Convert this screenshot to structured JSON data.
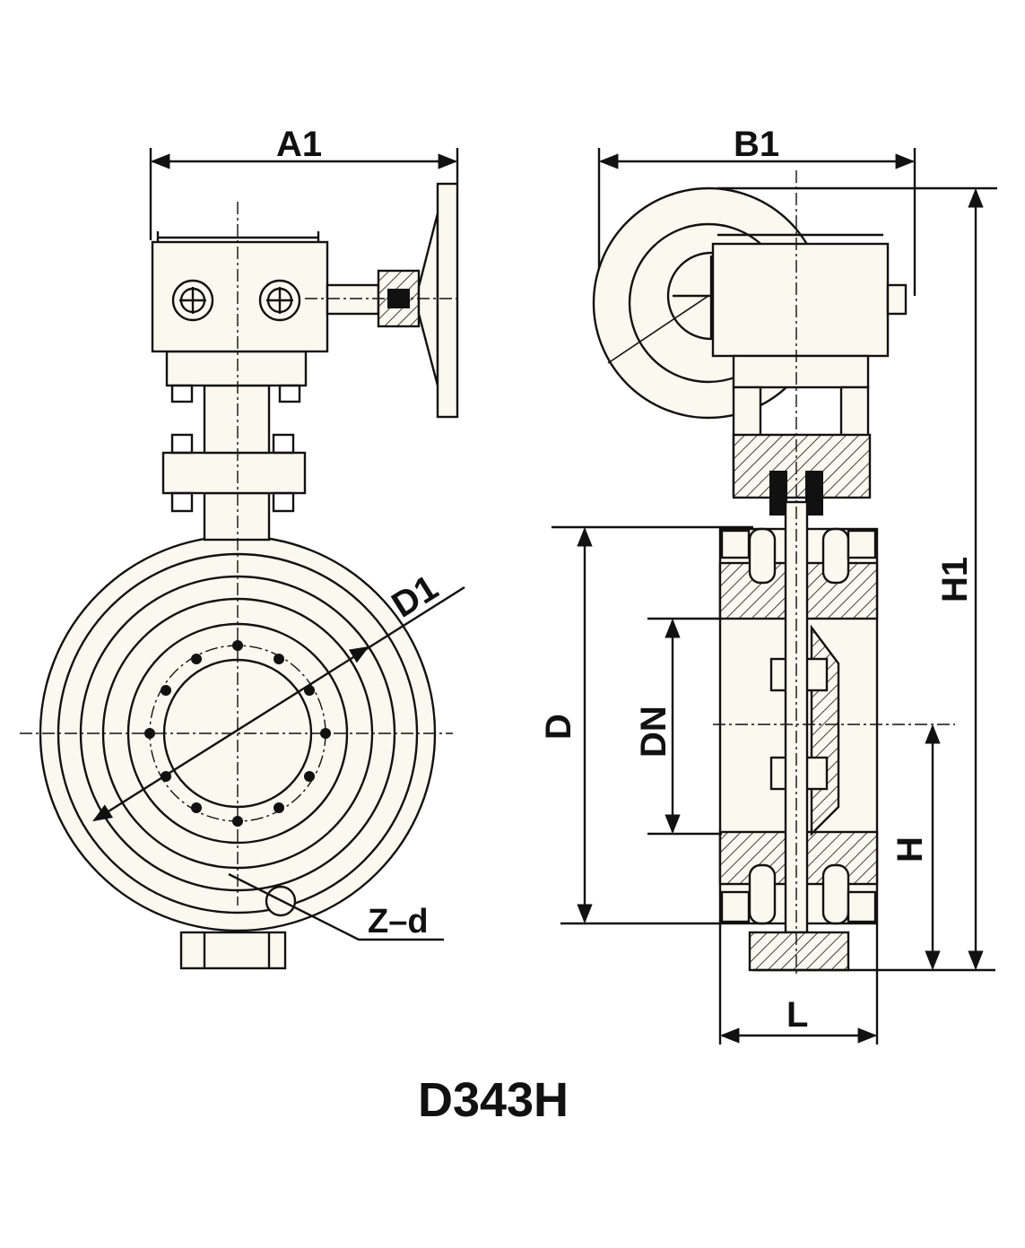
{
  "drawing": {
    "model": "D343H",
    "dimensions": {
      "a1": "A1",
      "b1": "B1",
      "d1": "D1",
      "zd": "Z–d",
      "d": "D",
      "dn": "DN",
      "h": "H",
      "h1": "H1",
      "l": "L"
    }
  }
}
